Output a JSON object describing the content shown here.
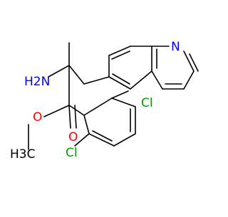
{
  "molecule": {
    "atom_labels": {
      "quinoline_n": "N",
      "amine": "H2N",
      "carbonyl_o": "O",
      "ester_o": "O",
      "methyl": "H3C",
      "chloro_top": "Cl",
      "chloro_bottom": "Cl"
    },
    "colors": {
      "bond": "#000000",
      "nitrogen": "#0000ff",
      "oxygen": "#ff0000",
      "chlorine": "#00a000"
    }
  }
}
